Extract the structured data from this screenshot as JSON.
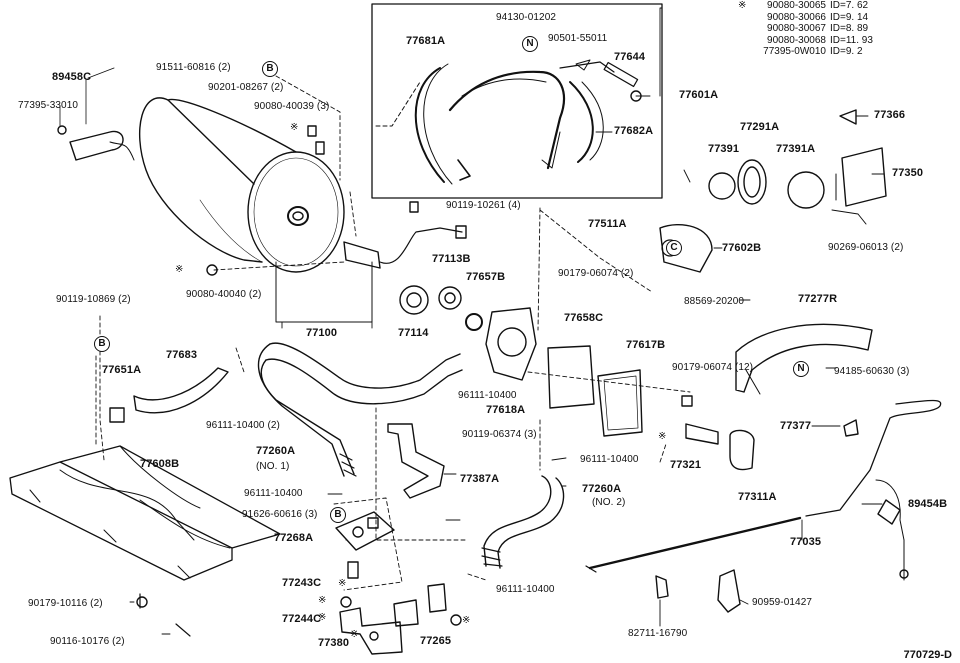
{
  "notes": [
    {
      "star": "※",
      "pn": "90080-30065",
      "id": "ID=7. 62"
    },
    {
      "star": "",
      "pn": "90080-30066",
      "id": "ID=9. 14"
    },
    {
      "star": "",
      "pn": "90080-30067",
      "id": "ID=8. 89"
    },
    {
      "star": "",
      "pn": "90080-30068",
      "id": "ID=11. 93"
    },
    {
      "star": "",
      "pn": "77395-0W010",
      "id": "ID=9. 2"
    }
  ],
  "labels": {
    "l94130": "94130-01202",
    "l77681A": "77681A",
    "l90501": "90501-55011",
    "l77644": "77644",
    "l77601A": "77601A",
    "l77682A": "77682A",
    "l89458C": "89458C",
    "l77395": "77395-33010",
    "l91511": "91511-60816 (2)",
    "l90201": "90201-08267 (2)",
    "l90080_40039": "90080-40039 (3)",
    "l77291A": "77291A",
    "l77391": "77391",
    "l77391A": "77391A",
    "l77366": "77366",
    "l77350": "77350",
    "l90269": "90269-06013 (2)",
    "l90119_10261": "90119-10261 (4)",
    "l77511A": "77511A",
    "l77602B": "77602B",
    "l90179_06074a": "90179-06074 (2)",
    "l88569": "88569-20200",
    "l90080_40040": "90080-40040 (2)",
    "l77113B": "77113B",
    "l77657B": "77657B",
    "l77277R": "77277R",
    "l90119_10869": "90119-10869 (2)",
    "l77100": "77100",
    "l77114": "77114",
    "l77658C": "77658C",
    "l77617B": "77617B",
    "l90179_06074b": "90179-06074 (12)",
    "l94185": "94185-60630 (3)",
    "l77651A": "77651A",
    "l77683": "77683",
    "l96111_a": "96111-10400",
    "l77618A": "77618A",
    "l96111_b": "96111-10400 (2)",
    "l90119_06374": "90119-06374 (3)",
    "l77377": "77377",
    "l77260A1": "77260A",
    "l77260A1n": "(NO. 1)",
    "l96111_c": "96111-10400",
    "l77321": "77321",
    "l77311A": "77311A",
    "l77608B": "77608B",
    "l77387A": "77387A",
    "l89454B": "89454B",
    "l96111_d": "96111-10400",
    "l77260A2": "77260A",
    "l77260A2n": "(NO. 2)",
    "l91626": "91626-60616 (3)",
    "l77035": "77035",
    "l77268A": "77268A",
    "l77243C": "77243C",
    "l96111_e": "96111-10400",
    "l90179_10116": "90179-10116 (2)",
    "l77244C": "77244C",
    "l90959": "90959-01427",
    "l90116": "90116-10176 (2)",
    "l77380": "77380",
    "l77265": "77265",
    "l82711": "82711-16790"
  },
  "markers": {
    "n": "N",
    "b": "B",
    "c": "C",
    "star": "※"
  },
  "figure_code": "770729-D"
}
